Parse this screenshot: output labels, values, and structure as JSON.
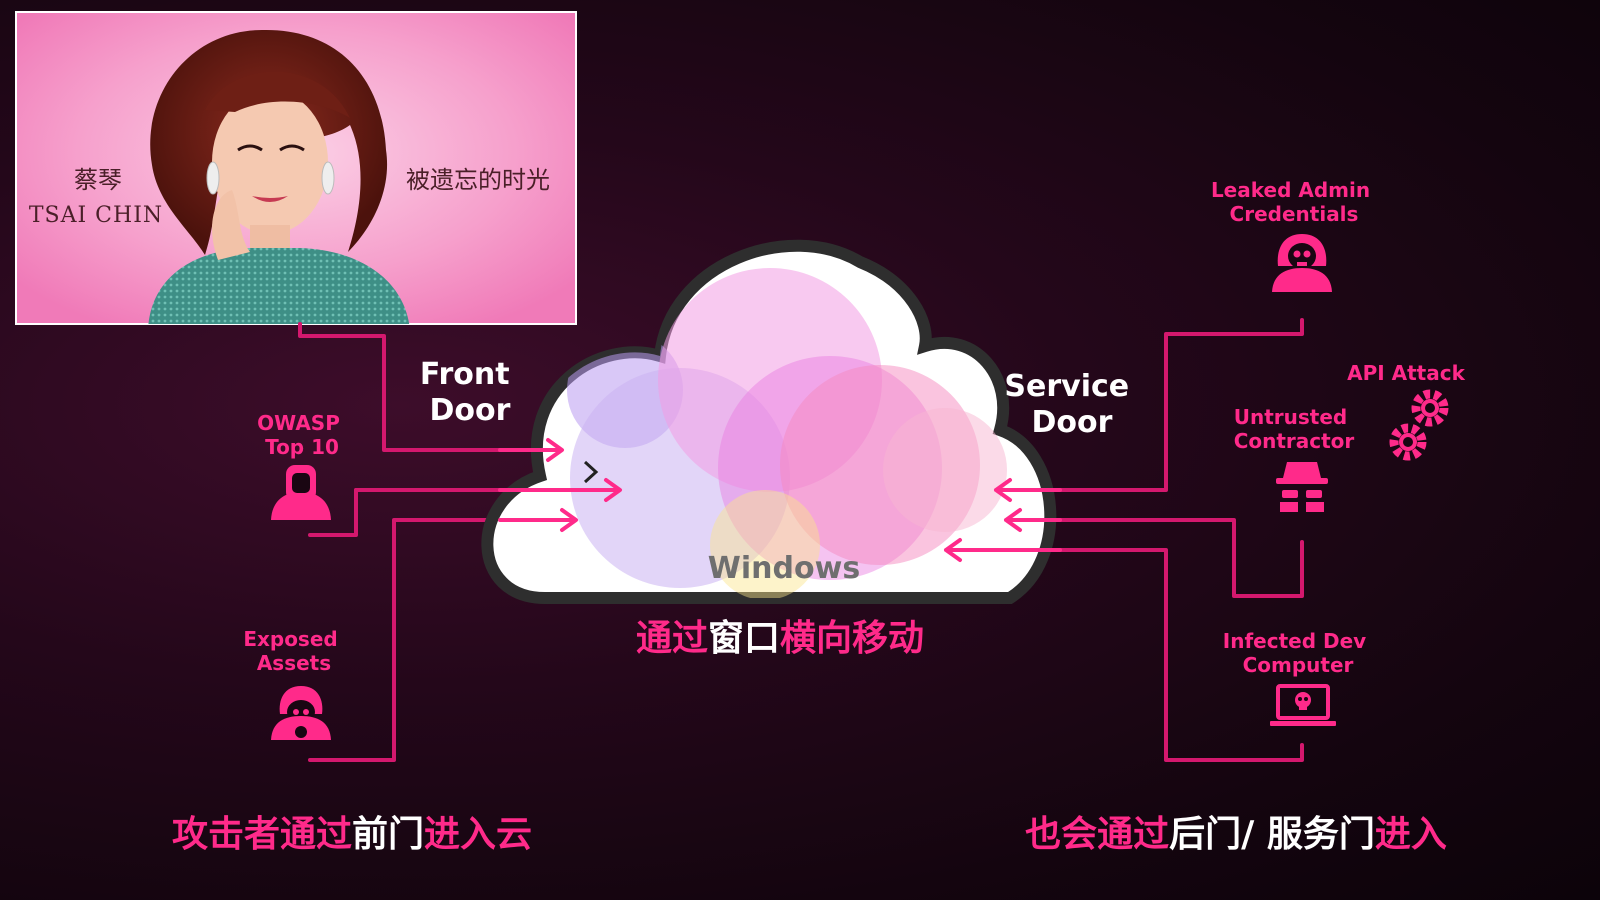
{
  "colors": {
    "accent": "#ff2a8a",
    "background": "#1a0612",
    "photo_bg": "#f9a8d4"
  },
  "photo": {
    "name_cn": "蔡琴",
    "name_en": "TSAI CHIN",
    "album_title": "被遗忘的时光"
  },
  "cloud": {
    "center_label": "Windows",
    "front_door": [
      "Front",
      "Door"
    ],
    "service_door": [
      "Service",
      "Door"
    ]
  },
  "threats_left": {
    "owasp": [
      "OWASP",
      "Top 10"
    ],
    "exposed": [
      "Exposed",
      "Assets"
    ]
  },
  "threats_right": {
    "leaked": [
      "Leaked Admin",
      "Credentials"
    ],
    "api": "API Attack",
    "contractor": [
      "Untrusted",
      "Contractor"
    ],
    "infected": [
      "Infected Dev",
      "Computer"
    ]
  },
  "icons": {
    "leaked": "hooded-skull-icon",
    "api": "gears-icon",
    "contractor": "spy-icon",
    "infected": "infected-laptop-icon",
    "owasp": "hacker-icon",
    "exposed": "masked-hacker-icon"
  },
  "captions": {
    "center": [
      {
        "text": "通过",
        "hl": true
      },
      {
        "text": "窗口",
        "hl": false
      },
      {
        "text": "横向移动",
        "hl": true
      }
    ],
    "left": [
      {
        "text": "攻击者通过",
        "hl": true
      },
      {
        "text": "前门",
        "hl": false
      },
      {
        "text": "进入云",
        "hl": true
      }
    ],
    "right": [
      {
        "text": "也会通过",
        "hl": true
      },
      {
        "text": "后门/ 服务门",
        "hl": false
      },
      {
        "text": "进入",
        "hl": true
      }
    ]
  }
}
